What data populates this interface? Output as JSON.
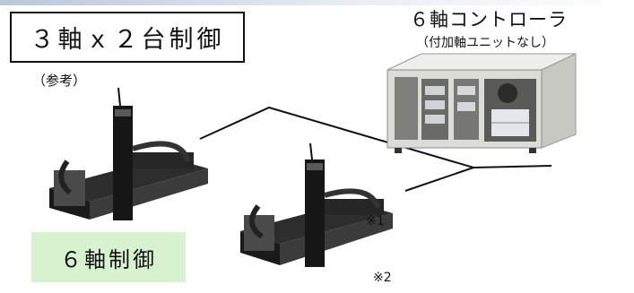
{
  "title": "３軸ｘ２台制御",
  "reference_label": "（参考）",
  "controller": {
    "title": "６軸コントローラ",
    "subtitle": "（付加軸ユニットなし）"
  },
  "robot_1_note": "※1",
  "robot_2_note": "※2",
  "total_axes_label": "６軸制御",
  "colors": {
    "badge_background": "#d7f2cf",
    "robot_body": "#1a1a1a",
    "controller_body": "#dcdcd6"
  }
}
